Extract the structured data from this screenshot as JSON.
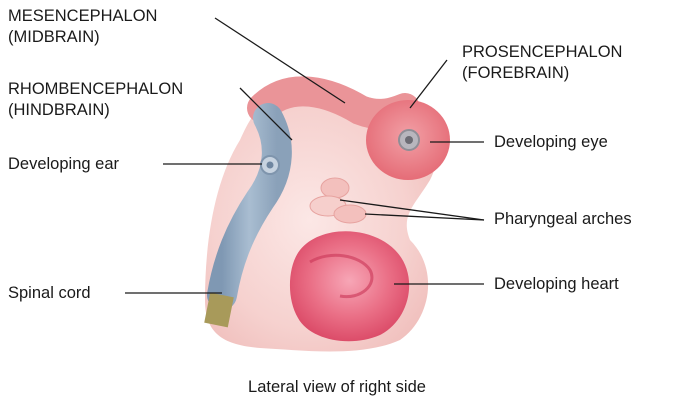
{
  "diagram": {
    "labels": {
      "mesencephalon": [
        "MESENCEPHALON",
        "(MIDBRAIN)"
      ],
      "prosencephalon": [
        "PROSENCEPHALON",
        "(FOREBRAIN)"
      ],
      "rhombencephalon": [
        "RHOMBENCEPHALON",
        "(HINDBRAIN)"
      ],
      "developing_ear": "Developing ear",
      "developing_eye": "Developing eye",
      "pharyngeal_arches": "Pharyngeal arches",
      "spinal_cord": "Spinal cord",
      "developing_heart": "Developing heart"
    },
    "caption": "Lateral view of right side",
    "colors": {
      "embryo_skin": "#f4c9c6",
      "forebrain": "#e8737c",
      "midbrain": "#e98b8f",
      "hindbrain": "#8fa7bf",
      "spinal_cord_tip": "#a89a5a",
      "heart": "#e24d6a",
      "leader_line": "#1a1a1a"
    }
  }
}
